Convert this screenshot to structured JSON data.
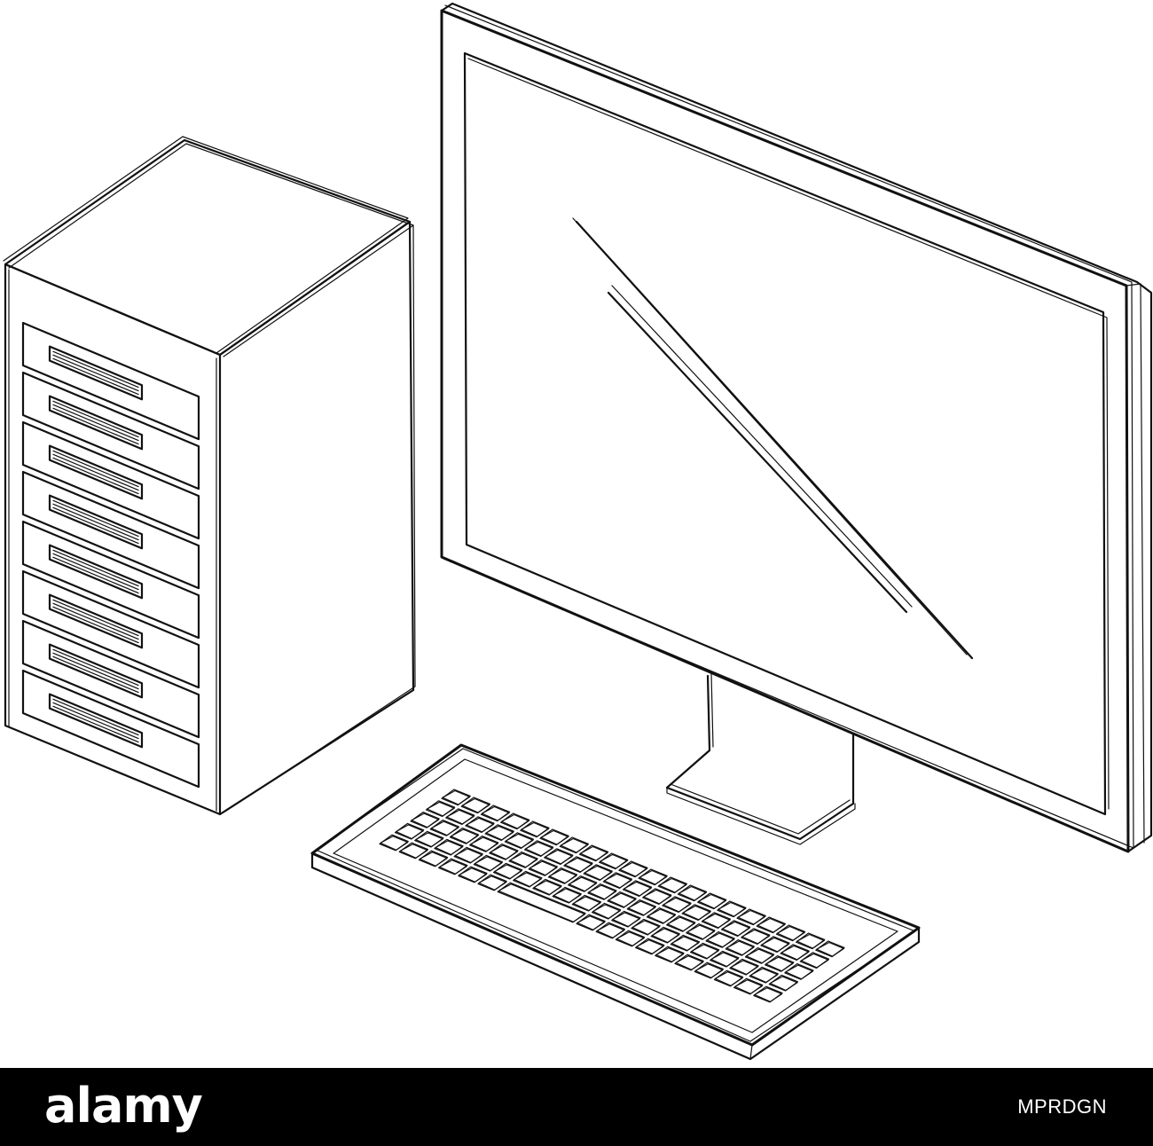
{
  "illustration": {
    "style": "hand-drawn sketch",
    "subjects": [
      "server-tower",
      "desktop-monitor",
      "keyboard"
    ],
    "stroke_color": "#111111",
    "background_color": "#ffffff",
    "server_drive_bay_count": 8
  },
  "watermark": {
    "logo_text": "alamy",
    "image_id": "MPRDGN",
    "bar_color": "#000000",
    "text_color": "#ffffff"
  }
}
